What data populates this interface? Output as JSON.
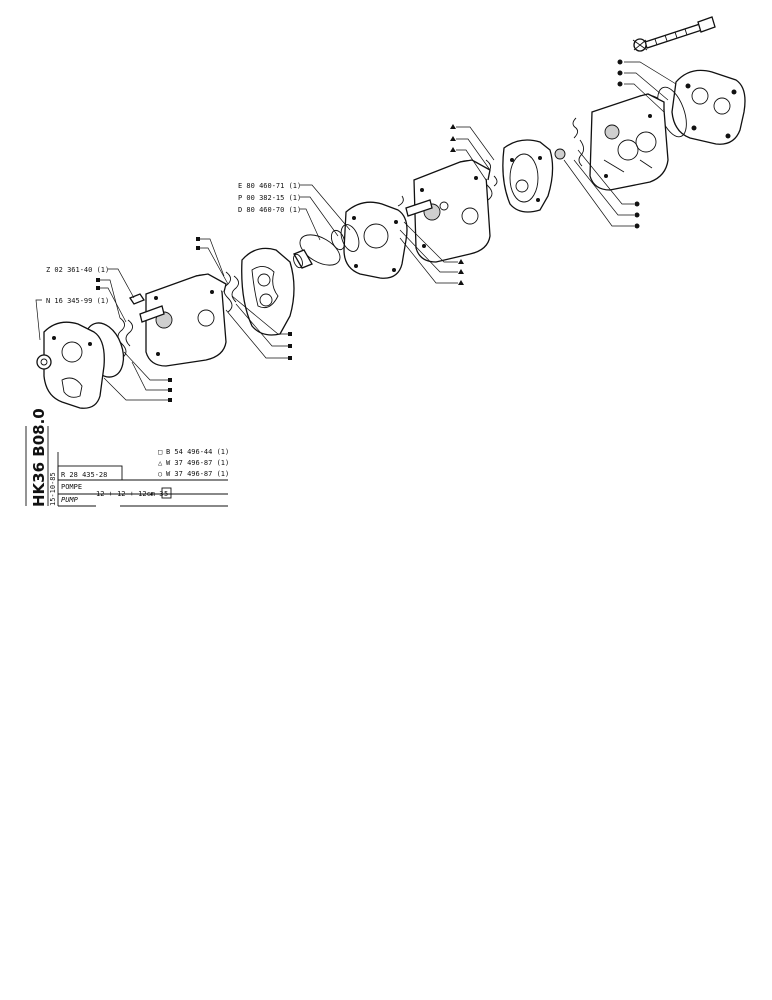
{
  "callouts": {
    "e": "E 80 460-71 (1)",
    "p": "P 00 382-15 (1)",
    "d": "D 80 460-70 (1)",
    "z": "Z 02 361-40 (1)",
    "n": "N 16 345-99 (1)"
  },
  "titleblock": {
    "code": "HK36 B08.0",
    "date": "15-10-85",
    "ref": "R 28 435-28",
    "name_fr": "POMPE",
    "name_en": "PUMP",
    "spec": "12 + 12 + 12cm 3",
    "pointer": "◄—",
    "boxed": "5",
    "legend": [
      {
        "symbol": "□",
        "text": "B 54 496-44 (1)"
      },
      {
        "symbol": "△",
        "text": "W 37 496-87 (1)"
      },
      {
        "symbol": "○",
        "text": "W 37 496-87 (1)"
      }
    ]
  }
}
